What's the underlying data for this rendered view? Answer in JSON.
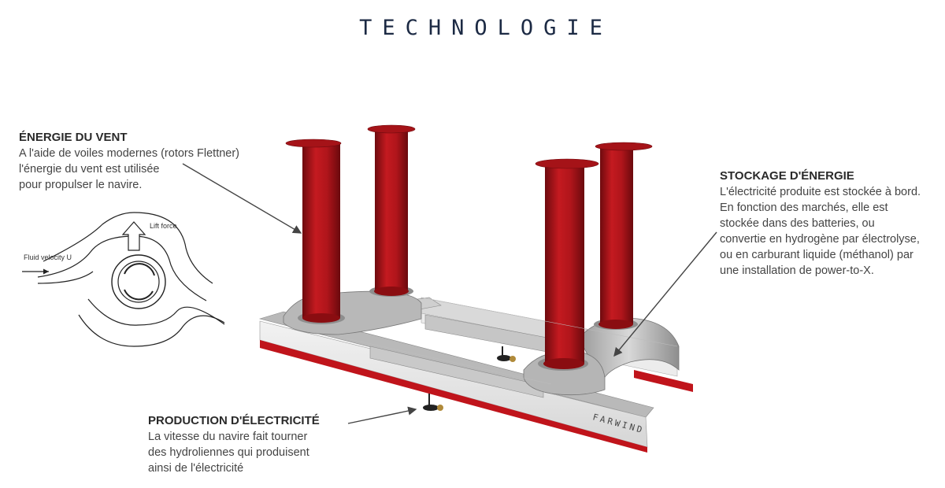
{
  "page": {
    "title": "TECHNOLOGIE"
  },
  "annotations": {
    "wind": {
      "heading": "ÉNERGIE DU VENT",
      "body": "A l'aide de voiles modernes (rotors Flettner)\nl'énergie du vent est utilisée\npour propulser le navire."
    },
    "storage": {
      "heading": "STOCKAGE D'ÉNERGIE",
      "body": "L'électricité produite est stockée à bord.\nEn fonction des marchés, elle est\nstockée dans des batteries, ou\nconvertie en hydrogène par électrolyse,\nou en carburant liquide (méthanol) par\nune installation de power-to-X."
    },
    "production": {
      "heading": "PRODUCTION D'ÉLECTRICITÉ",
      "body": "La vitesse du navire fait tourner\ndes hydroliennes qui produisent\nainsi de l'électricité"
    }
  },
  "magnus_diagram": {
    "lift_label": "Lift force",
    "flow_label": "Fluid velocity U"
  },
  "ship": {
    "hull_name": "FARWIND",
    "colors": {
      "rotor": "#b5151b",
      "rotor_dark": "#7e0c10",
      "deck": "#c9c9c9",
      "hull_stripe": "#c0141b"
    }
  }
}
